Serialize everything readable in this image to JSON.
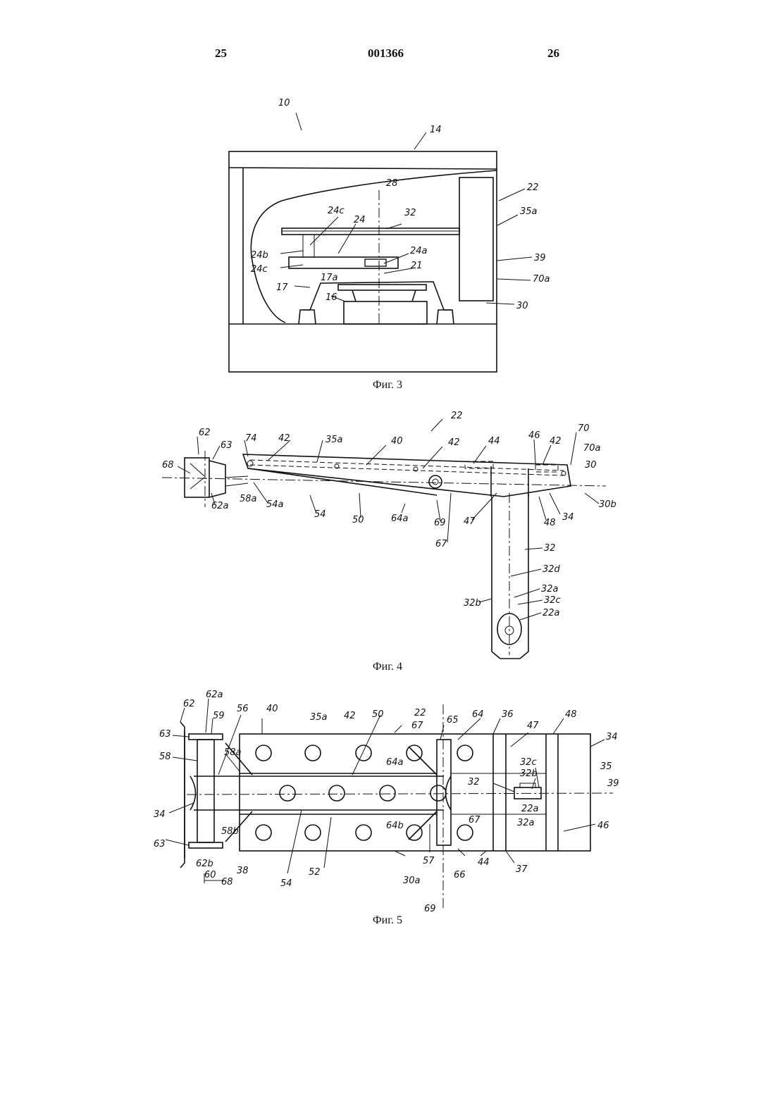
{
  "header": {
    "page_left": "25",
    "doc_number": "001366",
    "page_right": "26"
  },
  "figures": [
    {
      "caption": "Фиг. 3",
      "labels": [
        "10",
        "14",
        "22",
        "35a",
        "39",
        "70a",
        "30",
        "28",
        "32",
        "24",
        "24c",
        "24b",
        "24c",
        "24a",
        "21",
        "17a",
        "17",
        "16"
      ]
    },
    {
      "caption": "Фиг. 4",
      "labels": [
        "22",
        "62",
        "63",
        "74",
        "42",
        "35a",
        "40",
        "42",
        "44",
        "46",
        "42",
        "70",
        "70a",
        "68",
        "30",
        "30b",
        "54a",
        "62a",
        "58a",
        "54",
        "50",
        "64a",
        "69",
        "67",
        "47",
        "48",
        "34",
        "32",
        "32d",
        "32a",
        "32c",
        "32b",
        "22a"
      ]
    },
    {
      "caption": "Фиг. 5",
      "labels": [
        "62a",
        "62",
        "59",
        "56",
        "40",
        "35a",
        "42",
        "50",
        "22",
        "67",
        "65",
        "64",
        "36",
        "47",
        "48",
        "34",
        "63",
        "58",
        "58a",
        "64a",
        "32c",
        "35",
        "32b",
        "32",
        "39",
        "34",
        "22a",
        "32a",
        "46",
        "58b",
        "64b",
        "67",
        "63",
        "62b",
        "60",
        "38",
        "54",
        "52",
        "57",
        "30a",
        "66",
        "44",
        "37",
        "68",
        "69"
      ]
    }
  ]
}
